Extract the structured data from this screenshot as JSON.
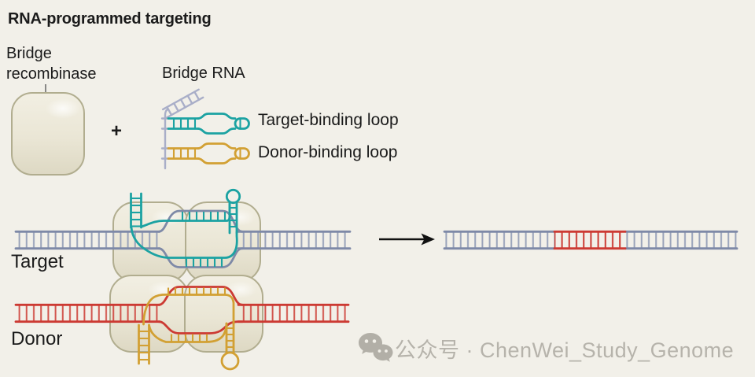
{
  "title": "RNA-programmed targeting",
  "reaction": {
    "bridge_recombinase_label": "Bridge recombinase",
    "plus_sign": "+",
    "bridge_rna_label": "Bridge RNA",
    "target_binding_loop_label": "Target-binding loop",
    "donor_binding_loop_label": "Donor-binding loop"
  },
  "substrates": {
    "target_label": "Target",
    "donor_label": "Donor"
  },
  "watermark": {
    "icon": "wechat-icon",
    "text": "公众号 · ChenWei_Study_Genome"
  },
  "colors": {
    "background": "#f2f0e9",
    "target_dna": "#7e89a7",
    "donor_dna": "#cc3a33",
    "target_binding_loop": "#1ba2a2",
    "donor_binding_loop": "#d2a033",
    "rna_scaffold": "#a9aec8",
    "recombinase_protein_fill": "#ece9da",
    "recombinase_protein_border": "#b1ad8f",
    "inserted_segment": "#cc3a33",
    "text": "#1b1b1b",
    "watermark_text": "#b6b3ab"
  }
}
